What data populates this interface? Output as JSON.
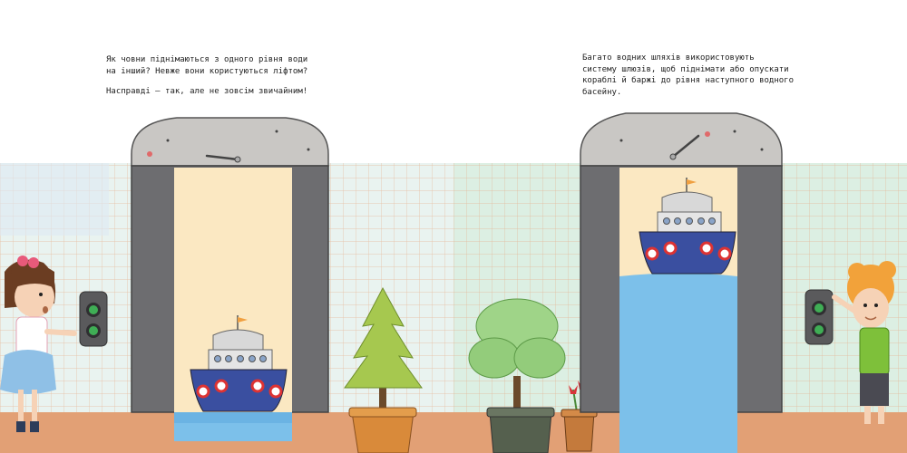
{
  "left_page": {
    "paragraphs": [
      "Як човни піднімаються з одного рівня води\nна інший? Невже вони користуються ліфтом?",
      "Насправді — так, але не зовсім звичайним!"
    ]
  },
  "right_page": {
    "paragraphs": [
      "Багато водних шляхів використовують\nсистему шлюзів, щоб піднімати або опускати\nкораблі й баржі до рівня наступного водного\nбасейну."
    ]
  },
  "colors": {
    "wall_left": "#e9f3f0",
    "wall_right": "#dcefe3",
    "grid": "#e8a27a",
    "elevator_frame": "#6d6d70",
    "elevator_top": "#c9c7c4",
    "elevator_back": "#fbe8c2",
    "water": "#7cc0ea",
    "ship_hull": "#3a4fa0",
    "floor": "#e2a075"
  },
  "icons": [
    "elevator-button-icon",
    "ship-icon",
    "tree-icon",
    "plant-icon",
    "flower-pot-icon",
    "girl-figure",
    "boy-figure"
  ]
}
